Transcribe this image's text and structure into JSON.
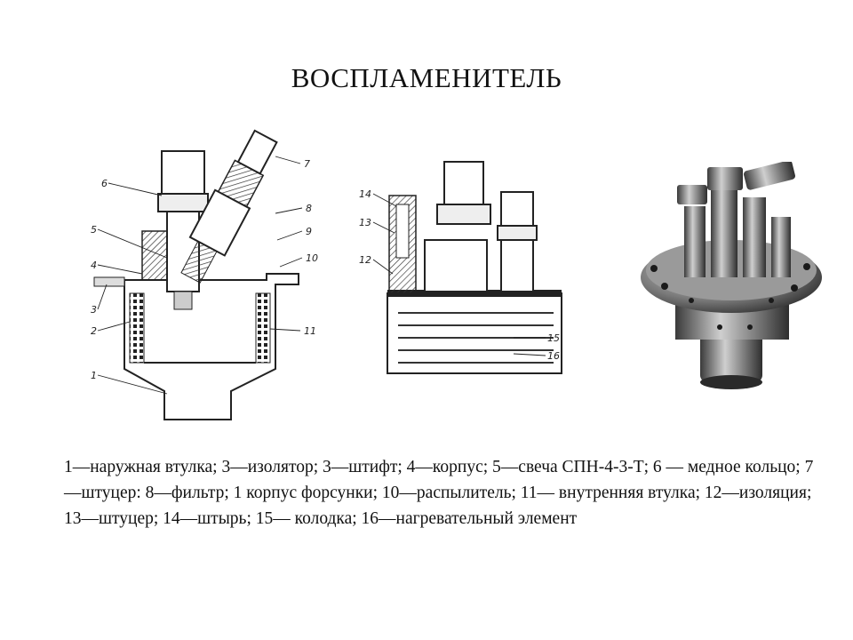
{
  "title": "ВОСПЛАМЕНИТЕЛЬ",
  "left_drawing": {
    "callouts": [
      "1",
      "2",
      "3",
      "4",
      "5",
      "6",
      "7",
      "8",
      "9",
      "10",
      "11"
    ]
  },
  "middle_drawing": {
    "callouts": [
      "12",
      "13",
      "14",
      "15",
      "16"
    ]
  },
  "caption": "1—наружная втулка; 3—изолятор; 3—штифт; 4—корпус; 5—свеча СПН-4-3-Т; 6 — медное кольцо; 7—штуцер: 8—фильтр; 1 корпус форсунки; 10—распылитель; 11— внутренняя втулка; 12—изоляция; 13—штуцер; 14—штырь; 15— колодка; 16—нагревательный элемент"
}
